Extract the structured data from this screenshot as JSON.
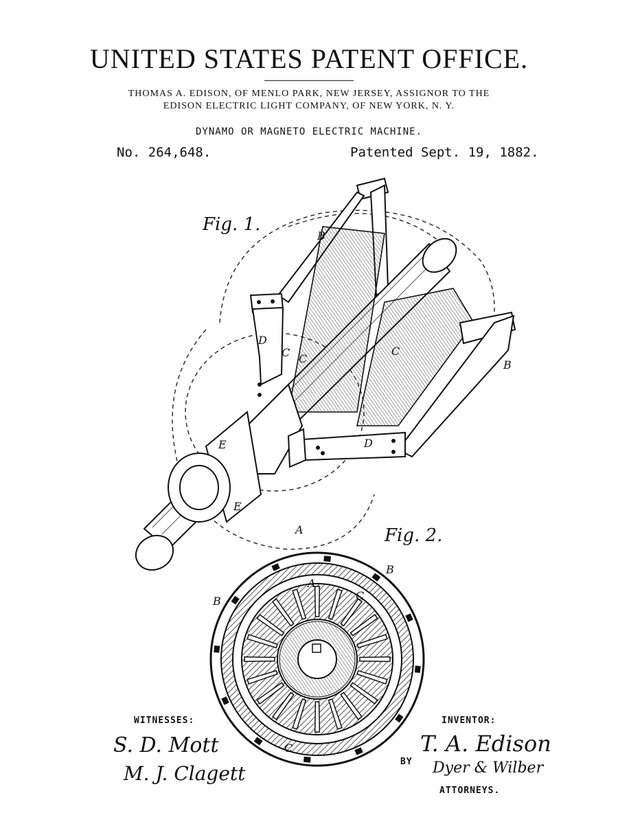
{
  "header": {
    "title": "UNITED STATES PATENT OFFICE.",
    "assignor_line1": "THOMAS A. EDISON, OF MENLO PARK, NEW JERSEY, ASSIGNOR TO THE",
    "assignor_line2": "EDISON ELECTRIC LIGHT COMPANY, OF NEW YORK, N. Y.",
    "invention": "DYNAMO OR MAGNETO ELECTRIC MACHINE.",
    "patent_number": "No. 264,648.",
    "patent_date": "Patented Sept. 19, 1882."
  },
  "figures": {
    "fig1_label": "Fig. 1.",
    "fig2_label": "Fig. 2.",
    "fig1_letters": [
      "B",
      "B",
      "D",
      "D",
      "C",
      "C",
      "C",
      "E",
      "E",
      "A"
    ],
    "fig2_letters": [
      "B",
      "B",
      "A",
      "C",
      "C"
    ]
  },
  "footer": {
    "witnesses_label": "WITNESSES:",
    "witness_1": "S. D. Mott",
    "witness_2": "M. J. Clagett",
    "inventor_label": "INVENTOR:",
    "inventor_signature": "T. A. Edison",
    "by_label": "BY",
    "attorneys_signature": "Dyer & Wilber",
    "attorneys_label": "ATTORNEYS."
  }
}
